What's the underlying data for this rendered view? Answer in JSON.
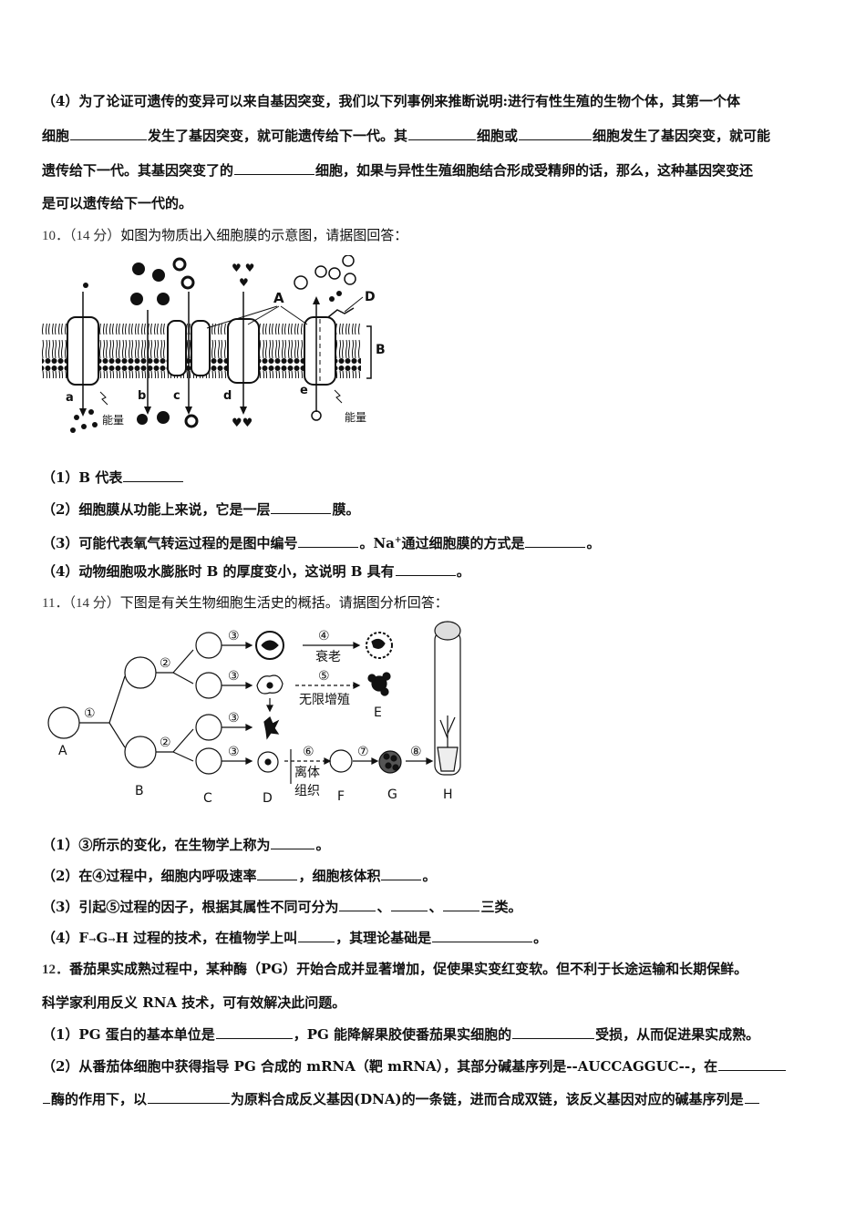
{
  "q9": {
    "p4_a": "（4）为了论证可遗传的变异可以来自基因突变，我们以下列事例来推断说明:进行有性生殖的生物个体，其第一个体",
    "p4_b1": "细胞",
    "p4_b2": "发生了基因突变，就可能遗传给下一代。其",
    "p4_b3": "细胞或",
    "p4_b4": "细胞发生了基因突变，就可能",
    "p4_c1": "遗传给下一代。其基因突变了的",
    "p4_c2": "细胞，如果与异性生殖细胞结合形成受精卵的话，那么，这种基因突变还",
    "p4_d": "是可以遗传给下一代的。"
  },
  "q10": {
    "num": "10．",
    "score": "（14 分）",
    "stem": "如图为物质出入细胞膜的示意图，请据图回答：",
    "fig": {
      "label_A": "A",
      "label_B": "B",
      "label_D": "D",
      "label_a": "a",
      "label_b": "b",
      "label_c": "c",
      "label_d": "d",
      "label_e": "e",
      "energy1": "能量",
      "energy2": "能量"
    },
    "s1_a": "（1）B 代表",
    "s2_a": "（2）细胞膜从功能上来说，它是一层",
    "s2_b": "膜。",
    "s3_a": "（3）可能代表氧气转运过程的是图中编号",
    "s3_b": "。Na",
    "s3_sup": "+",
    "s3_c": "通过细胞膜的方式是",
    "s3_d": "。",
    "s4_a": "（4）动物细胞吸水膨胀时 B 的厚度变小，这说明 B 具有",
    "s4_b": "。"
  },
  "q11": {
    "num": "11．",
    "score": "（14 分）",
    "stem": "下图是有关生物细胞生活史的概括。请据图分析回答：",
    "fig": {
      "n1": "①",
      "n2a": "②",
      "n2b": "②",
      "n3a": "③",
      "n3b": "③",
      "n3c": "③",
      "n3d": "③",
      "n4": "④",
      "n5": "⑤",
      "n6": "⑥",
      "n7": "⑦",
      "n8": "⑧",
      "aging": "衰老",
      "unlimited": "无限增殖",
      "isolated1": "离体",
      "isolated2": "组织",
      "A": "A",
      "B": "B",
      "C": "C",
      "D": "D",
      "E": "E",
      "F": "F",
      "G": "G",
      "H": "H"
    },
    "s1_a": "（1）③所示的变化，在生物学上称为",
    "s1_b": "。",
    "s2_a": "（2）在④过程中，细胞内呼吸速率",
    "s2_b": "，细胞核体积",
    "s2_c": "。",
    "s3_a": "（3）引起⑤过程的因子，根据其属性不同可分为",
    "s3_b": "、",
    "s3_c": "、",
    "s3_d": "三类。",
    "s4_a": "（4）F",
    "s4_arrow1": "→",
    "s4_b": "G",
    "s4_arrow2": "→",
    "s4_c": "H 过程的技术，在植物学上叫",
    "s4_d": "，其理论基础是",
    "s4_e": "。"
  },
  "q12": {
    "num": "12．",
    "stem": "番茄果实成熟过程中，某种酶（PG）开始合成并显著增加，促使果实变红变软。但不利于长途运输和长期保鲜。",
    "stem2": "科学家利用反义 RNA 技术，可有效解决此问题。",
    "s1_a": "（1）PG 蛋白的基本单位是",
    "s1_b": "，PG 能降解果胶使番茄果实细胞的",
    "s1_c": "受损，从而促进果实成熟。",
    "s2_a": "（2）从番茄体细胞中获得指导 PG 合成的 mRNA（靶 mRNA），其部分碱基序列是--AUCCAGGUC--，在",
    "s2_b": "酶的作用下，以",
    "s2_c": "为原料合成反义基因(DNA)的一条链，进而合成双链，该反义基因对应的碱基序列是"
  }
}
